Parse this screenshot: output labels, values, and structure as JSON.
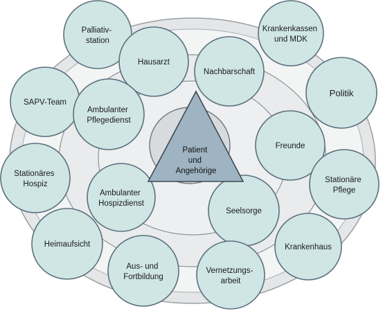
{
  "center": {
    "lines": [
      "Patient",
      "und",
      "Angehörige"
    ]
  },
  "nodes": [
    {
      "id": "palliativstation",
      "lines": [
        "Palliativ-",
        "station"
      ]
    },
    {
      "id": "hausarzt",
      "lines": [
        "Hausarzt"
      ]
    },
    {
      "id": "nachbarschaft",
      "lines": [
        "Nachbarschaft"
      ]
    },
    {
      "id": "krankenkassen-mdk",
      "lines": [
        "Krankenkassen",
        "und MDK"
      ]
    },
    {
      "id": "politik",
      "lines": [
        "Politik"
      ]
    },
    {
      "id": "sapv-team",
      "lines": [
        "SAPV-Team"
      ]
    },
    {
      "id": "ambulanter-pflegedienst",
      "lines": [
        "Ambulanter",
        "Pflegedienst"
      ]
    },
    {
      "id": "freunde",
      "lines": [
        "Freunde"
      ]
    },
    {
      "id": "stationaeres-hospiz",
      "lines": [
        "Stationäres",
        "Hospiz"
      ]
    },
    {
      "id": "ambulanter-hospizdienst",
      "lines": [
        "Ambulanter",
        "Hospizdienst"
      ]
    },
    {
      "id": "stationaere-pflege",
      "lines": [
        "Stationäre",
        "Pflege"
      ]
    },
    {
      "id": "seelsorge",
      "lines": [
        "Seelsorge"
      ]
    },
    {
      "id": "heimaufsicht",
      "lines": [
        "Heimaufsicht"
      ]
    },
    {
      "id": "krankenhaus",
      "lines": [
        "Krankenhaus"
      ]
    },
    {
      "id": "aus-und-fortbildung",
      "lines": [
        "Aus- und",
        "Fortbildung"
      ]
    },
    {
      "id": "vernetzungsarbeit",
      "lines": [
        "Vernetzungs-",
        "arbeit"
      ]
    }
  ],
  "colors": {
    "node_fill": "#cfe6e5",
    "node_stroke": "#5c6f7e",
    "ring_outer": "#b9bcbe",
    "ring_fill": "#f2f3f3",
    "triangle_fill": "#9fb4c2",
    "triangle_stroke": "#3d4a55"
  }
}
